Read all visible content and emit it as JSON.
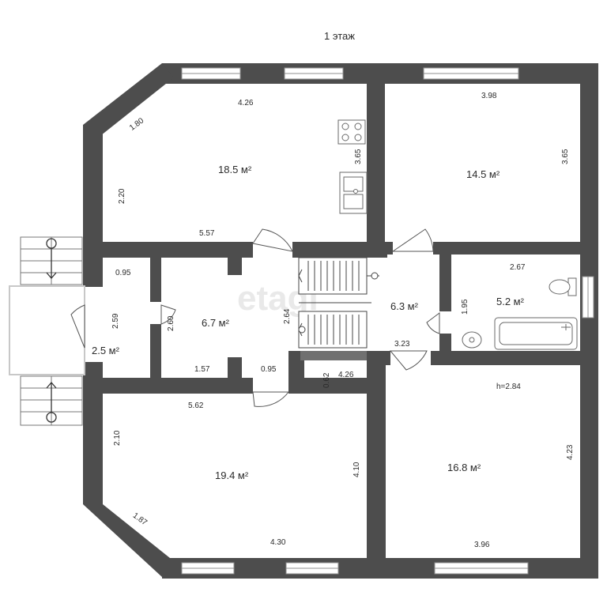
{
  "title": "1 этаж",
  "watermark": "etagi",
  "colors": {
    "wall": "#4d4d4d",
    "window": "#ffffff",
    "window_line": "#8f8f8f",
    "fixture_line": "#6a6a6a",
    "text": "#2b2b2b"
  },
  "rooms": {
    "kitchen": {
      "area": "18.5 м²",
      "dims": {
        "top": "4.26",
        "diag": "1.80",
        "left": "2.20",
        "right": "3.65",
        "bottom": "5.57"
      }
    },
    "bedroom_ne": {
      "area": "14.5 м²",
      "dims": {
        "top": "3.98",
        "right": "3.65"
      }
    },
    "bathroom": {
      "area": "5.2 м²",
      "dims": {
        "top": "2.67",
        "left": "1.95"
      }
    },
    "vestibule": {
      "area": "2.5 м²",
      "dims": {
        "top": "0.95",
        "left": "2.59",
        "right": "2.60"
      }
    },
    "hall": {
      "area": "6.7 м²",
      "dims": {
        "bottom_left": "1.57",
        "bottom_right": "0.95",
        "right": "2.64"
      }
    },
    "stair_hall": {
      "area": "6.3 м²",
      "dims": {
        "bottom": "3.23",
        "left": "0.62",
        "bottom_right": "4.26"
      }
    },
    "living_sw": {
      "area": "19.4 м²",
      "dims": {
        "top": "5.62",
        "left": "2.10",
        "diag": "1.87",
        "right": "4.10",
        "bottom": "4.30"
      }
    },
    "room_se": {
      "area": "16.8 м²",
      "height": "h=2.84",
      "dims": {
        "right": "4.23",
        "bottom": "3.96"
      }
    }
  }
}
